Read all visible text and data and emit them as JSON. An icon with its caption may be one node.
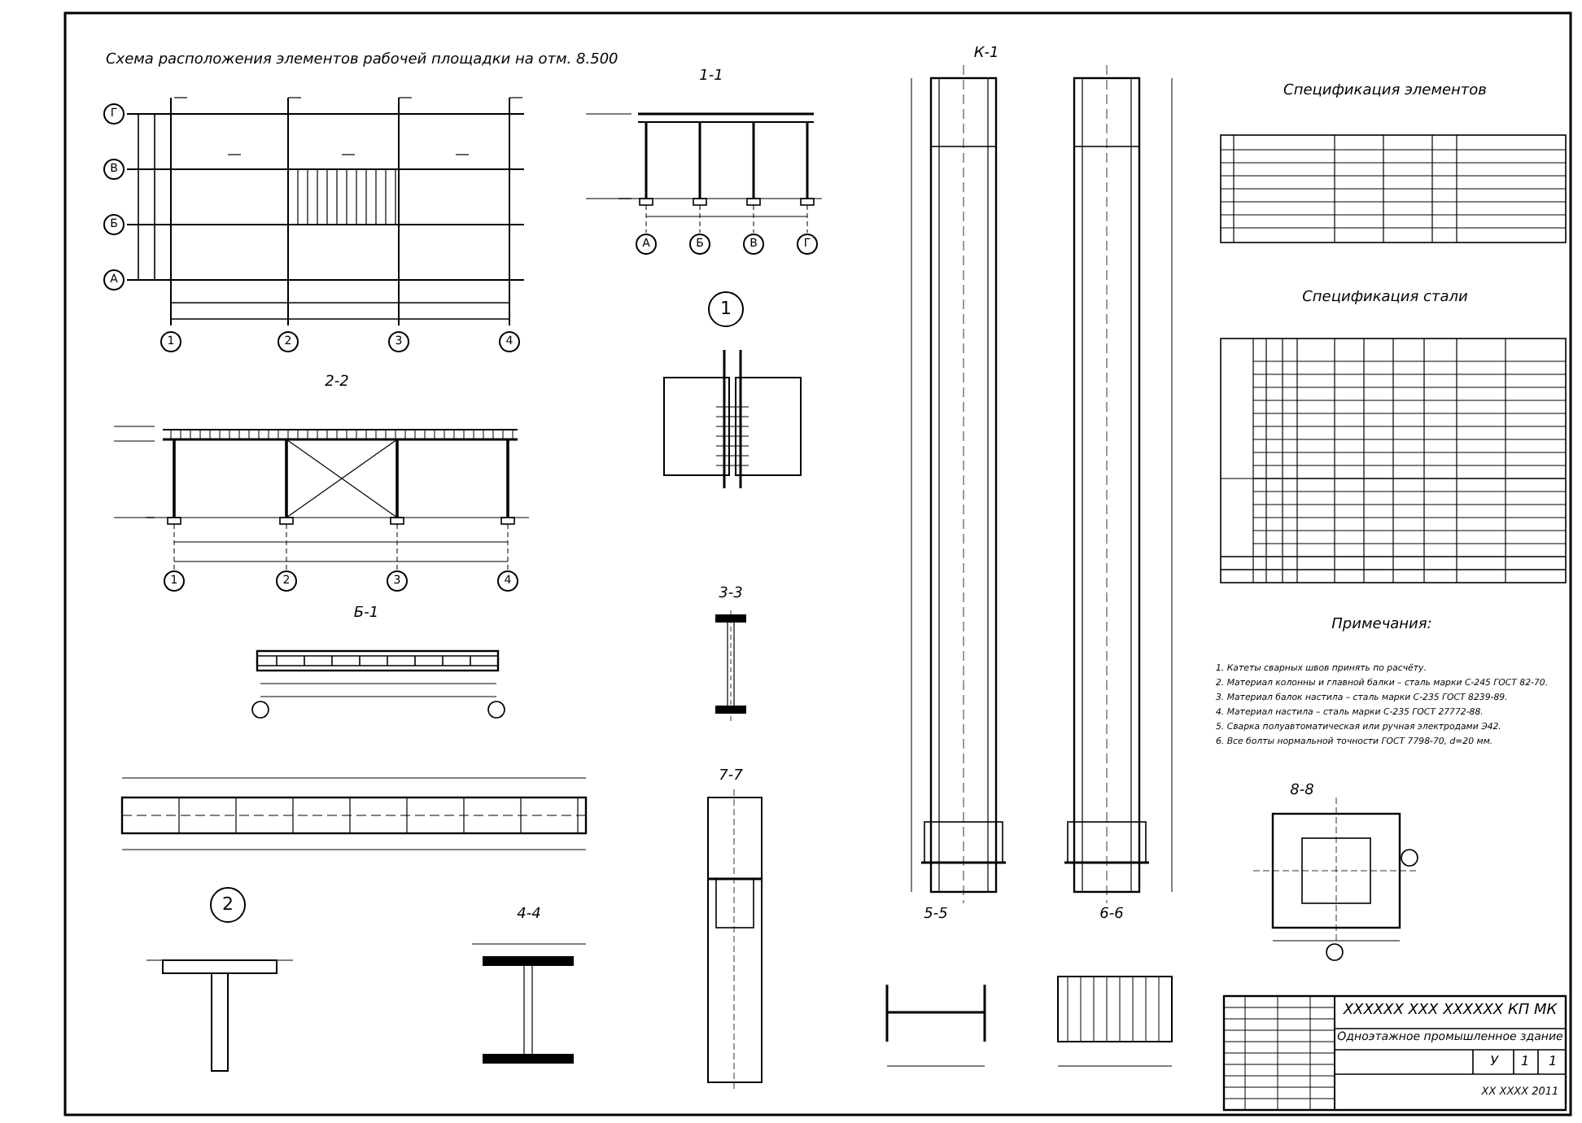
{
  "diagram": {
    "labels": [
      "Схема расположения элементов рабочей площадки на отм. 8.500",
      "Г",
      "В",
      "Б",
      "А",
      "1",
      "2",
      "3",
      "4",
      "1-1",
      "А",
      "Б",
      "В",
      "Г",
      "2-2",
      "1",
      "2",
      "3",
      "4",
      "Б-1",
      "1",
      "3-3",
      "7-7",
      "2",
      "4-4",
      "5-5",
      "6-6",
      "К-1",
      "8-8",
      "Спецификация элементов",
      "Спецификация стали",
      "Примечания:",
      "1. Катеты сварных швов принять по расчёту.",
      "2. Материал колонны и главной балки – сталь марки С-245 ГОСТ 82-70.",
      "3. Материал балок настила – сталь марки С-235 ГОСТ 8239-89.",
      "4. Материал настила – сталь марки С-235 ГОСТ 27772-88.",
      "5. Сварка полуавтоматическая или ручная электродами Э42.",
      "6. Все болты нормальной точности ГОСТ 7798-70, d=20 мм.",
      "XXXXXX XXX XXXXXX КП МК",
      "Одноэтажное промышленное здание",
      "У",
      "1",
      "1",
      "XX XXXX 2011"
    ]
  }
}
